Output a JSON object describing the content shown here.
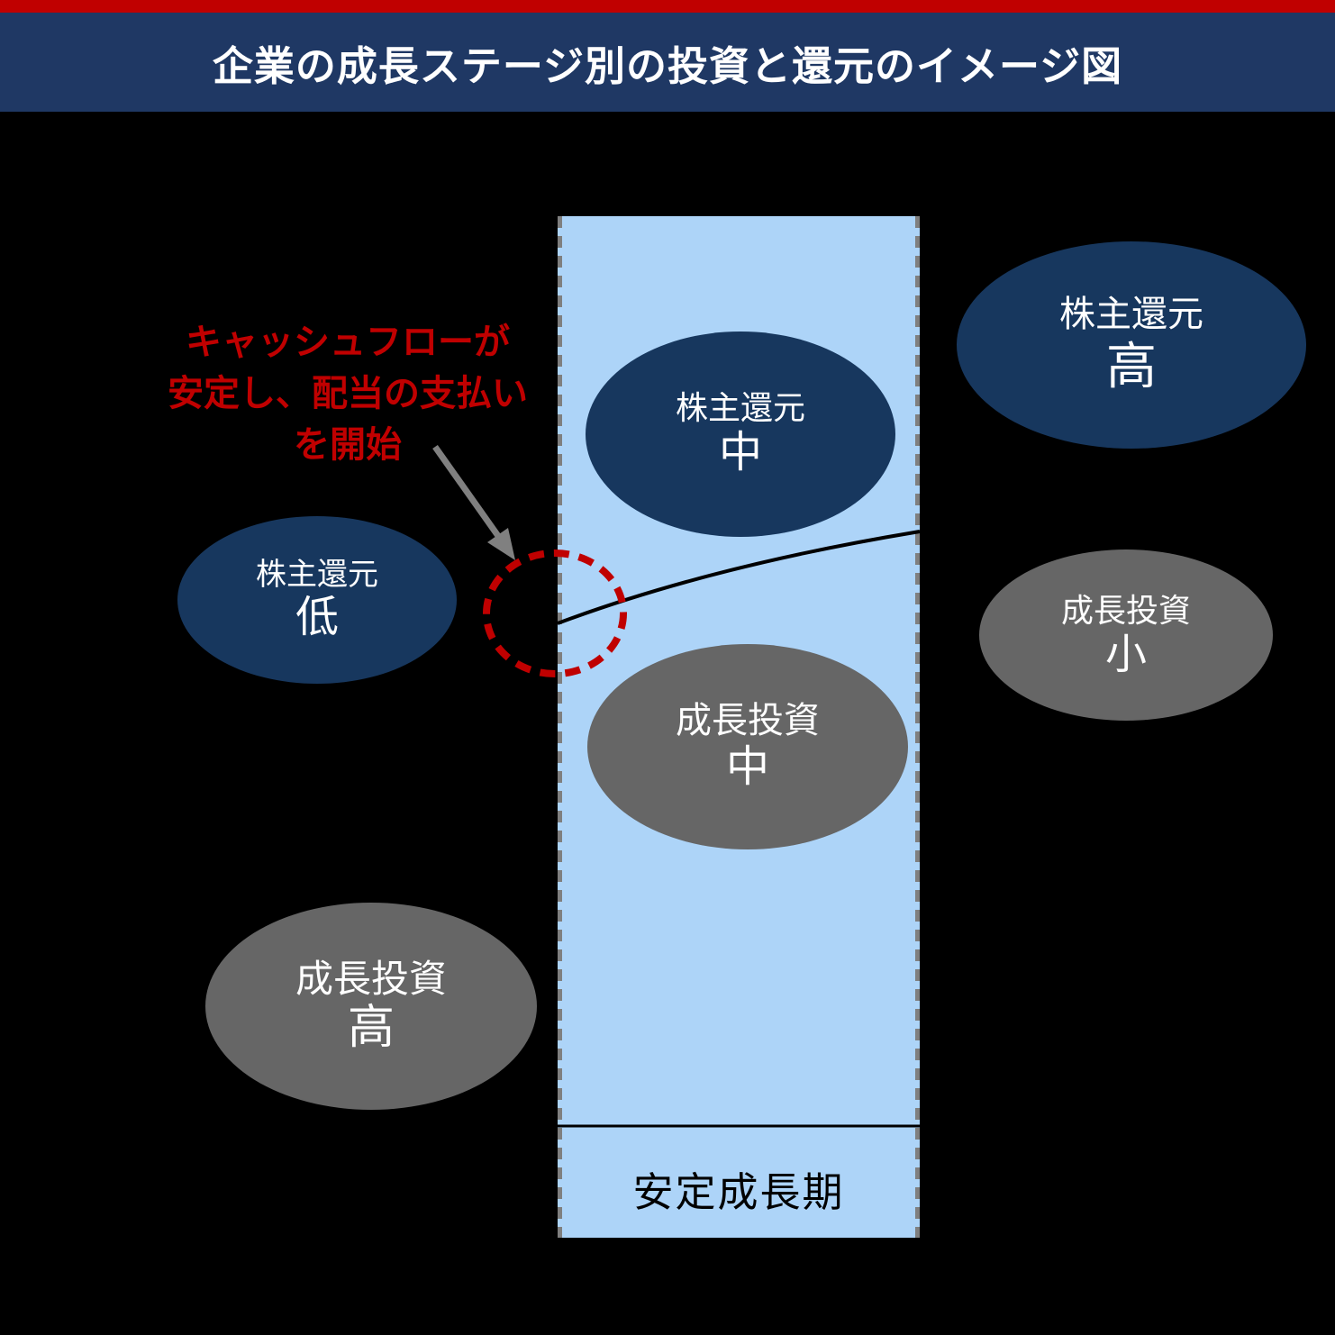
{
  "header": {
    "title": "企業の成長ステージ別の投資と還元のイメージ図"
  },
  "stage": {
    "label": "安定成長期"
  },
  "annotation": {
    "text": "キャッシュフローが\n安定し、配当の支払い\nを開始"
  },
  "ellipses": [
    {
      "id": "shareholder-return-low",
      "label": "株主還元",
      "value": "低",
      "type": "navy"
    },
    {
      "id": "shareholder-return-mid",
      "label": "株主還元",
      "value": "中",
      "type": "navy"
    },
    {
      "id": "shareholder-return-high",
      "label": "株主還元",
      "value": "高",
      "type": "navy"
    },
    {
      "id": "growth-investment-small",
      "label": "成長投資",
      "value": "小",
      "type": "gray"
    },
    {
      "id": "growth-investment-mid",
      "label": "成長投資",
      "value": "中",
      "type": "gray"
    },
    {
      "id": "growth-investment-high",
      "label": "成長投資",
      "value": "高",
      "type": "gray"
    }
  ],
  "colors": {
    "background": "#000000",
    "accent_bar": "#C00000",
    "title_band": "#1F3864",
    "title_text": "#FFFFFF",
    "stage_band_fill": "#ADD4F8",
    "stage_band_border": "#7F7F7F",
    "navy_ellipse": "#17375E",
    "gray_ellipse": "#666666",
    "annotation_red": "#C00000",
    "arrow_gray": "#808080",
    "curve_line": "#000000"
  }
}
